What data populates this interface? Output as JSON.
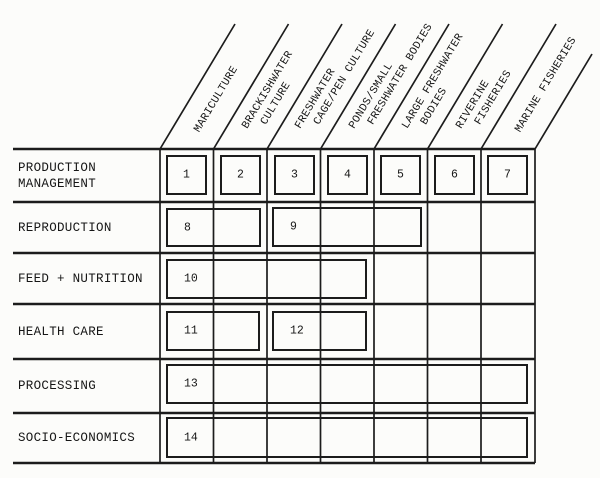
{
  "figure": {
    "type": "matrix-diagram",
    "columns": [
      {
        "label": "MARICULTURE",
        "label_lines": [
          "MARICULTURE"
        ]
      },
      {
        "label": "BRACKISHWATER CULTURE",
        "label_lines": [
          "BRACKISHWATER",
          "CULTURE"
        ]
      },
      {
        "label": "FRESHWATER CAGE/PEN CULTURE",
        "label_lines": [
          "FRESHWATER",
          "CAGE/PEN CULTURE"
        ]
      },
      {
        "label": "PONDS/SMALL FRESHWATER BODIES",
        "label_lines": [
          "PONDS/SMALL",
          "FRESHWATER BODIES"
        ]
      },
      {
        "label": "LARGE FRESHWATER BODIES",
        "label_lines": [
          "LARGE FRESHWATER",
          "BODIES"
        ]
      },
      {
        "label": "RIVERINE FISHERIES",
        "label_lines": [
          "RIVERINE",
          "FISHERIES"
        ]
      },
      {
        "label": "MARINE FISHERIES",
        "label_lines": [
          "MARINE FISHERIES"
        ]
      }
    ],
    "rows": [
      {
        "label": "PRODUCTION MANAGEMENT",
        "label_lines": [
          "PRODUCTION",
          "MANAGEMENT"
        ]
      },
      {
        "label": "REPRODUCTION",
        "label_lines": [
          "REPRODUCTION"
        ]
      },
      {
        "label": "FEED + NUTRITION",
        "label_lines": [
          "FEED + NUTRITION"
        ]
      },
      {
        "label": "HEALTH CARE",
        "label_lines": [
          "HEALTH CARE"
        ]
      },
      {
        "label": "PROCESSING",
        "label_lines": [
          "PROCESSING"
        ]
      },
      {
        "label": "SOCIO-ECONOMICS",
        "label_lines": [
          "SOCIO-ECONOMICS"
        ]
      }
    ],
    "boxes": [
      {
        "number": "1",
        "row": 0,
        "col_start": 0,
        "col_end": 0
      },
      {
        "number": "2",
        "row": 0,
        "col_start": 1,
        "col_end": 1
      },
      {
        "number": "3",
        "row": 0,
        "col_start": 2,
        "col_end": 2
      },
      {
        "number": "4",
        "row": 0,
        "col_start": 3,
        "col_end": 3
      },
      {
        "number": "5",
        "row": 0,
        "col_start": 4,
        "col_end": 4
      },
      {
        "number": "6",
        "row": 0,
        "col_start": 5,
        "col_end": 5
      },
      {
        "number": "7",
        "row": 0,
        "col_start": 6,
        "col_end": 6
      },
      {
        "number": "8",
        "row": 1,
        "col_start": 0,
        "col_end": 1
      },
      {
        "number": "9",
        "row": 1,
        "col_start": 2,
        "col_end": 4
      },
      {
        "number": "10",
        "row": 2,
        "col_start": 0,
        "col_end": 3
      },
      {
        "number": "11",
        "row": 3,
        "col_start": 0,
        "col_end": 1
      },
      {
        "number": "12",
        "row": 3,
        "col_start": 2,
        "col_end": 3
      },
      {
        "number": "13",
        "row": 4,
        "col_start": 0,
        "col_end": 6
      },
      {
        "number": "14",
        "row": 5,
        "col_start": 0,
        "col_end": 6
      }
    ],
    "colors": {
      "line": "#1c1c1c",
      "background": "#fcfcfa",
      "text": "#161616"
    }
  }
}
